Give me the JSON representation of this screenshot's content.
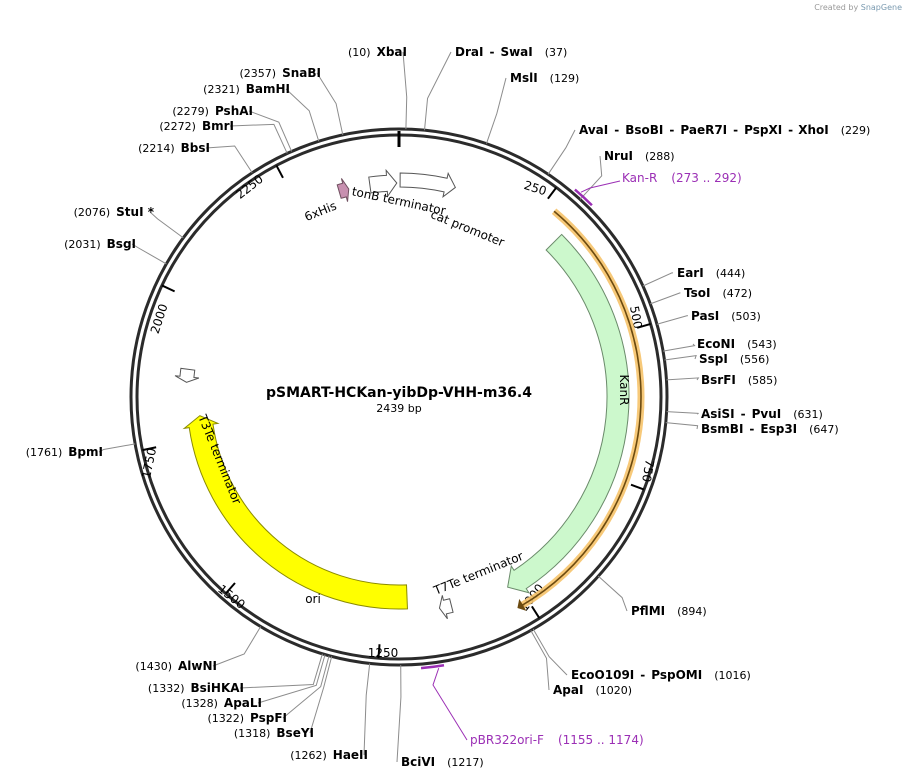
{
  "credit": {
    "created_by": "Created by",
    "brand": "SnapGene"
  },
  "map": {
    "name": "pSMART-HCKan-yibDp-VHH-m36.4",
    "length_label": "2439 bp",
    "length": 2439
  },
  "ticks": [
    "250",
    "500",
    "750",
    "1000",
    "1250",
    "1500",
    "1750",
    "2000",
    "2250"
  ],
  "enzymes": [
    {
      "name": "XbaI",
      "pos": "(10)",
      "site": 10,
      "side": "left"
    },
    {
      "name": "DraI",
      "sep": "-",
      "name2": "SwaI",
      "pos": "(37)",
      "site": 37,
      "side": "right"
    },
    {
      "name": "MslI",
      "pos": "(129)",
      "site": 129,
      "side": "right"
    },
    {
      "name": "AvaI",
      "sep": "-",
      "name2": "BsoBI",
      "name3": "PaeR7I",
      "name4": "PspXI",
      "name5": "XhoI",
      "pos": "(229)",
      "site": 229,
      "side": "right"
    },
    {
      "name": "NruI",
      "pos": "(288)",
      "site": 288,
      "side": "right"
    },
    {
      "name": "EarI",
      "pos": "(444)",
      "site": 444,
      "side": "right"
    },
    {
      "name": "TsoI",
      "pos": "(472)",
      "site": 472,
      "side": "right"
    },
    {
      "name": "PasI",
      "pos": "(503)",
      "site": 503,
      "side": "right"
    },
    {
      "name": "EcoNI",
      "pos": "(543)",
      "site": 543,
      "side": "right"
    },
    {
      "name": "SspI",
      "pos": "(556)",
      "site": 556,
      "side": "right"
    },
    {
      "name": "BsrFI",
      "pos": "(585)",
      "site": 585,
      "side": "right"
    },
    {
      "name": "AsiSI",
      "sep": "-",
      "name2": "PvuI",
      "pos": "(631)",
      "site": 631,
      "side": "right"
    },
    {
      "name": "BsmBI",
      "sep": "-",
      "name2": "Esp3I",
      "pos": "(647)",
      "site": 647,
      "side": "right"
    },
    {
      "name": "PflMI",
      "pos": "(894)",
      "site": 894,
      "side": "right"
    },
    {
      "name": "EcoO109I",
      "sep": "-",
      "name2": "PspOMI",
      "pos": "(1016)",
      "site": 1016,
      "side": "right"
    },
    {
      "name": "ApaI",
      "pos": "(1020)",
      "site": 1020,
      "side": "right"
    },
    {
      "name": "BciVI",
      "pos": "(1217)",
      "site": 1217,
      "side": "right"
    },
    {
      "name": "HaeII",
      "pos": "(1262)",
      "site": 1262,
      "side": "left"
    },
    {
      "name": "BseYI",
      "pos": "(1318)",
      "site": 1318,
      "side": "left"
    },
    {
      "name": "PspFI",
      "pos": "(1322)",
      "site": 1322,
      "side": "left"
    },
    {
      "name": "ApaLI",
      "pos": "(1328)",
      "site": 1328,
      "side": "left"
    },
    {
      "name": "BsiHKAI",
      "pos": "(1332)",
      "site": 1332,
      "side": "left"
    },
    {
      "name": "AlwNI",
      "pos": "(1430)",
      "site": 1430,
      "side": "left"
    },
    {
      "name": "BpmI",
      "pos": "(1761)",
      "site": 1761,
      "side": "left"
    },
    {
      "name": "BsgI",
      "pos": "(2031)",
      "site": 2031,
      "side": "left"
    },
    {
      "name": "StuI *",
      "pos": "(2076)",
      "site": 2076,
      "side": "left"
    },
    {
      "name": "BbsI",
      "pos": "(2214)",
      "site": 2214,
      "side": "left"
    },
    {
      "name": "BmrI",
      "pos": "(2272)",
      "site": 2272,
      "side": "left"
    },
    {
      "name": "PshAI",
      "pos": "(2279)",
      "site": 2279,
      "side": "left"
    },
    {
      "name": "BamHI",
      "pos": "(2321)",
      "site": 2321,
      "side": "left"
    },
    {
      "name": "SnaBI",
      "pos": "(2357)",
      "site": 2357,
      "side": "left"
    }
  ],
  "primers": [
    {
      "name": "Kan-R",
      "range": "(273 .. 292)",
      "start": 273,
      "end": 292
    },
    {
      "name": "pBR322ori-F",
      "range": "(1155 .. 1174)",
      "start": 1155,
      "end": 1174
    }
  ],
  "features": [
    {
      "name": "KanR",
      "start": 305,
      "end": 1018,
      "color": "#ccf8cc"
    },
    {
      "name": "ori",
      "start": 1204,
      "end": 1793,
      "color": "#ffff00"
    },
    {
      "name": "6xHis",
      "start": 2329,
      "end": 2347,
      "color": "#c890b0"
    },
    {
      "name": "tonB terminator",
      "start": 2386,
      "end": 2435,
      "color": "#ffffff"
    },
    {
      "name": "cat promoter",
      "start": 0,
      "end": 102,
      "color": "#ffffff"
    },
    {
      "name": "T7Te terminator",
      "start": 1124,
      "end": 1146,
      "color": "#ffffff"
    },
    {
      "name": "T3Te terminator",
      "start": 1856,
      "end": 1880,
      "color": "#ffffff"
    }
  ],
  "orf": {
    "start": 270,
    "end": 1021,
    "color": "#f6c36a"
  }
}
